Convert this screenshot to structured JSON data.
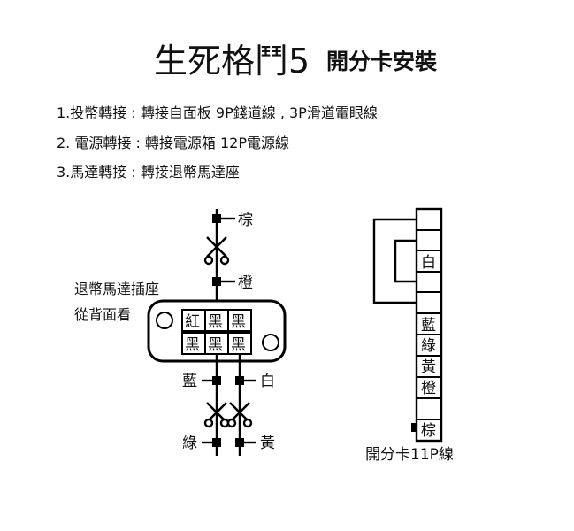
{
  "title": {
    "main": "生死格鬥5",
    "sub": "開分卡安裝"
  },
  "steps": [
    "1.投幣轉接 : 轉接自面板 9P錢道線 , 3P滑道電眼線",
    "2. 電源轉接 : 轉接電源箱 12P電源線",
    "3.馬達轉接 : 轉接退幣馬達座"
  ],
  "motor": {
    "caption_1": "退幣馬達插座",
    "caption_2": "從背面看",
    "wire_top": "棕",
    "wire_mid": "橙",
    "wire_left_bottom_1": "藍",
    "wire_left_bottom_2": "綠",
    "wire_right_bottom_1": "白",
    "wire_right_bottom_2": "黃",
    "pins_row1": [
      "紅",
      "黑",
      "黑"
    ],
    "pins_row2": [
      "黑",
      "黑",
      "黑"
    ]
  },
  "card": {
    "label_white": "白",
    "label_blue": "藍",
    "label_green": "綠",
    "label_yellow": "黃",
    "label_orange": "橙",
    "label_brown": "棕",
    "caption": "開分卡11P線"
  }
}
